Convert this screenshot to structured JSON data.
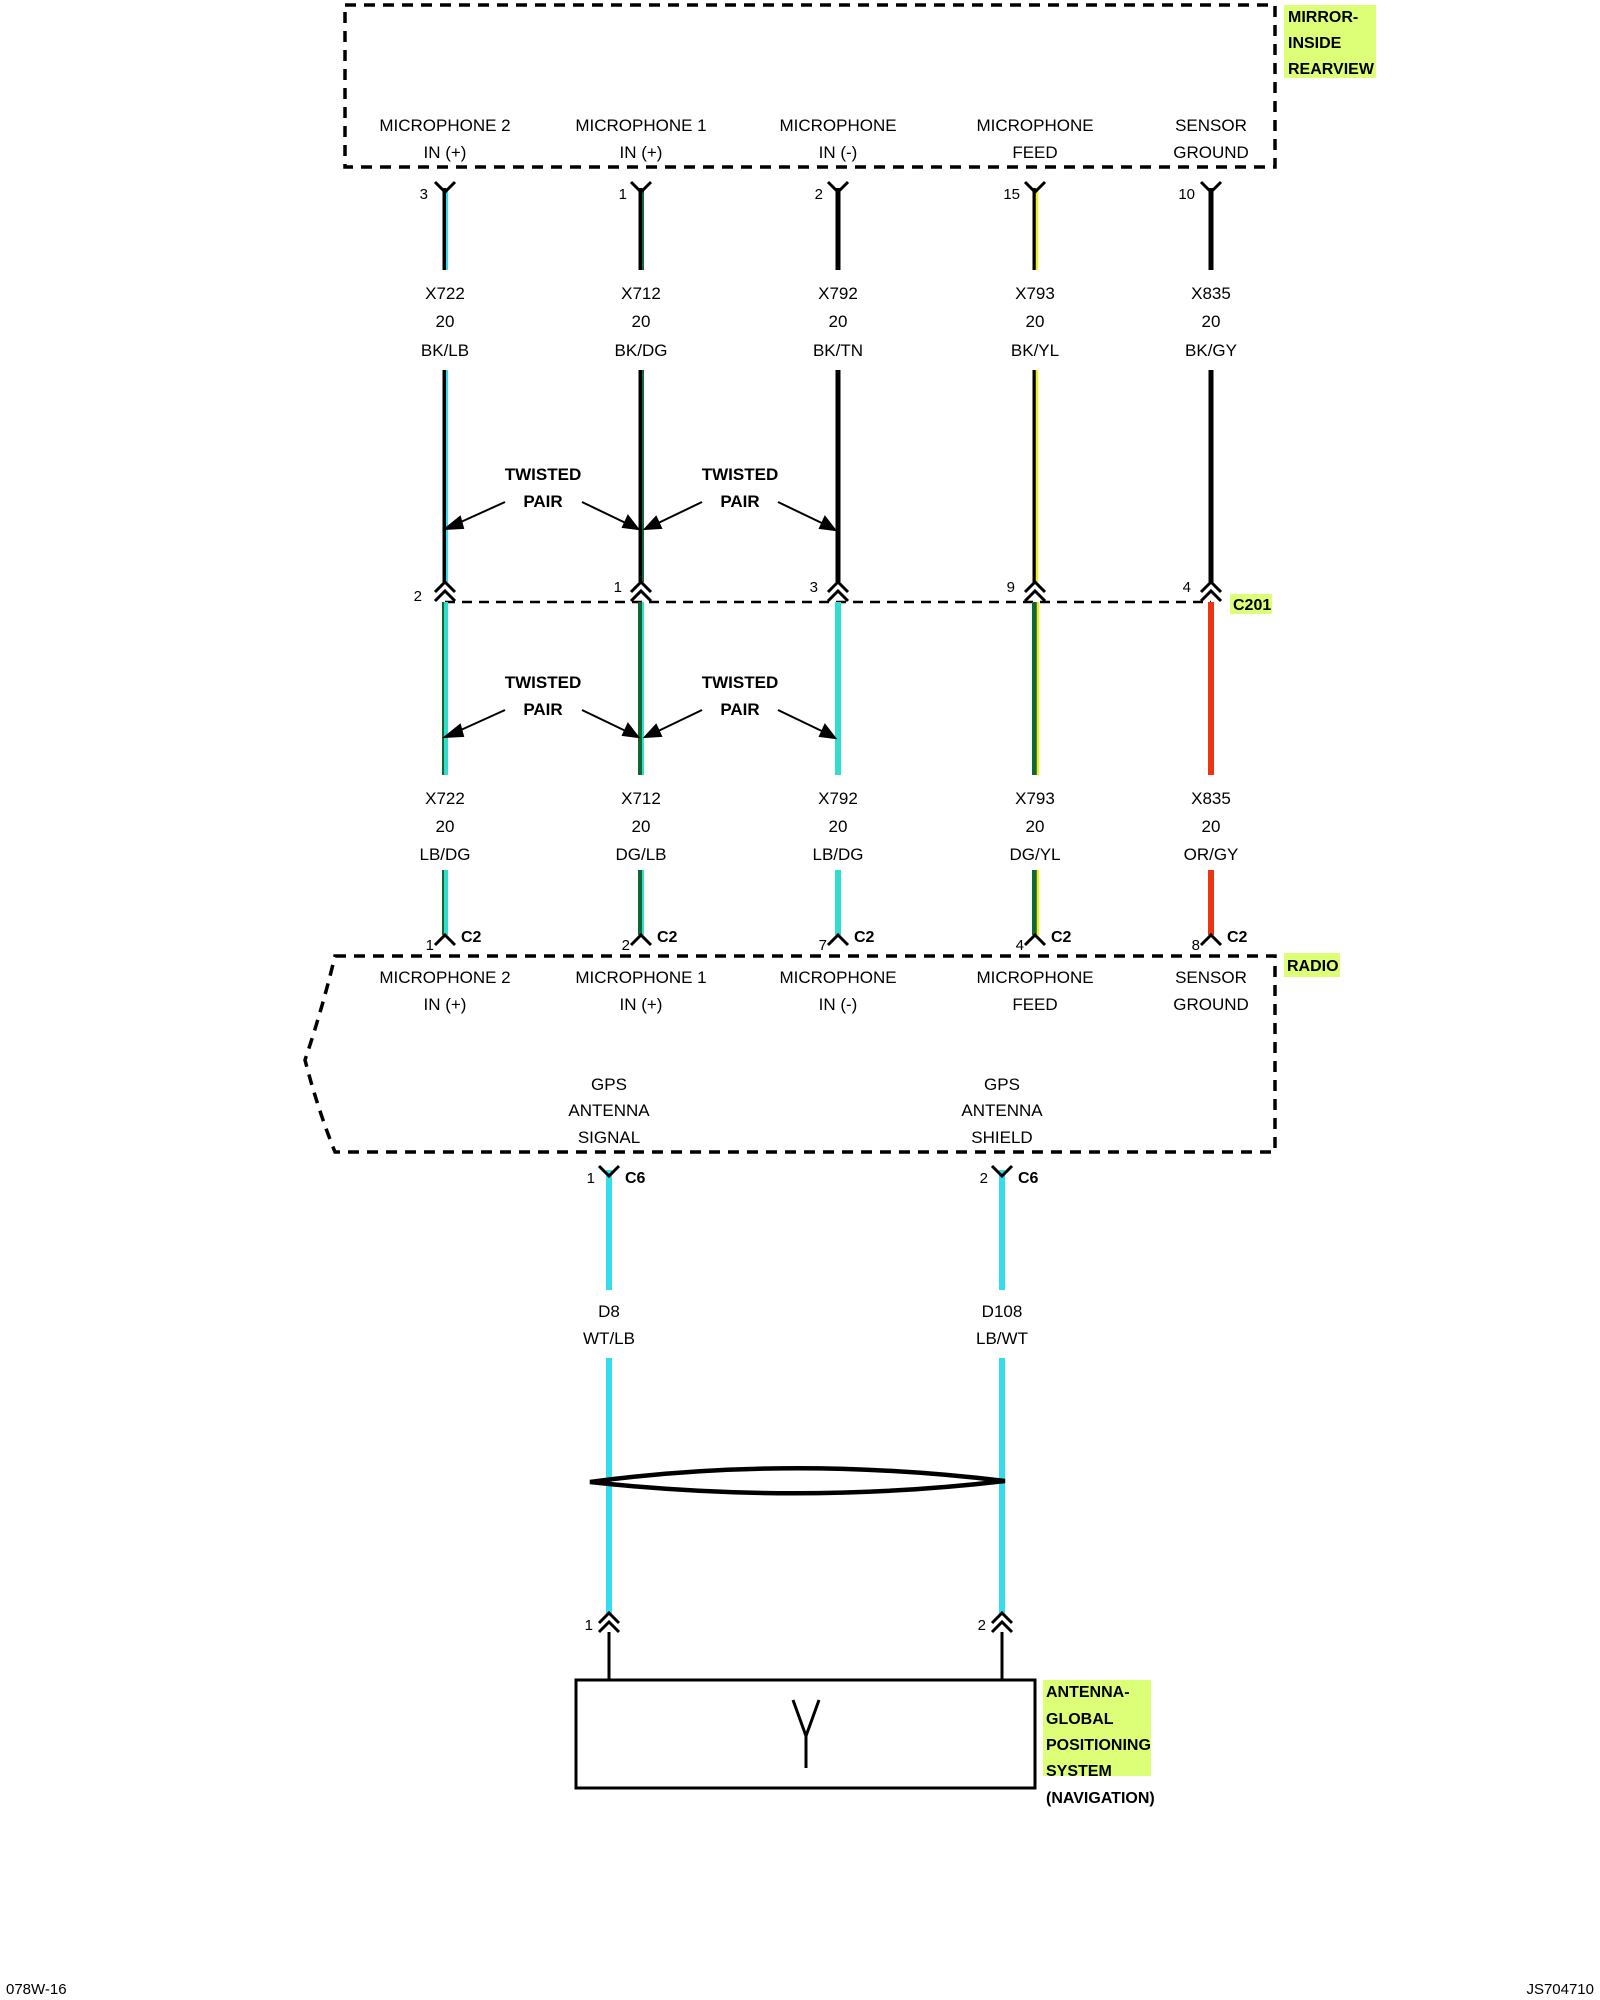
{
  "mirror": {
    "title_lines": [
      "MIRROR-",
      "INSIDE",
      "REARVIEW"
    ],
    "highlight": "#ddff77",
    "pins": [
      {
        "line1": "MICROPHONE 2",
        "line2": "IN (+)",
        "pin": "3"
      },
      {
        "line1": "MICROPHONE 1",
        "line2": "IN (+)",
        "pin": "1"
      },
      {
        "line1": "MICROPHONE",
        "line2": "IN (-)",
        "pin": "2"
      },
      {
        "line1": "MICROPHONE",
        "line2": "FEED",
        "pin": "15"
      },
      {
        "line1": "SENSOR",
        "line2": "GROUND",
        "pin": "10"
      }
    ]
  },
  "upper_wires": [
    {
      "circuit": "X722",
      "gauge": "20",
      "color": "BK/LB",
      "base": "#000000",
      "stripe": "#33ddee"
    },
    {
      "circuit": "X712",
      "gauge": "20",
      "color": "BK/DG",
      "base": "#000000",
      "stripe": "#116633"
    },
    {
      "circuit": "X792",
      "gauge": "20",
      "color": "BK/TN",
      "base": "#000000",
      "stripe": "#000000"
    },
    {
      "circuit": "X793",
      "gauge": "20",
      "color": "BK/YL",
      "base": "#000000",
      "stripe": "#eeee22"
    },
    {
      "circuit": "X835",
      "gauge": "20",
      "color": "BK/GY",
      "base": "#000000",
      "stripe": "#000000"
    }
  ],
  "twisted_pair": {
    "line1": "TWISTED",
    "line2": "PAIR"
  },
  "c201": {
    "name": "C201",
    "pins": [
      "2",
      "1",
      "3",
      "9",
      "4"
    ]
  },
  "lower_wires": [
    {
      "circuit": "X722",
      "gauge": "20",
      "color": "LB/DG",
      "base": "#33ddcc",
      "stripe": "#116633"
    },
    {
      "circuit": "X712",
      "gauge": "20",
      "color": "DG/LB",
      "base": "#116633",
      "stripe": "#33ddcc"
    },
    {
      "circuit": "X792",
      "gauge": "20",
      "color": "LB/DG",
      "base": "#33ddcc",
      "stripe": "#33ddcc"
    },
    {
      "circuit": "X793",
      "gauge": "20",
      "color": "DG/YL",
      "base": "#116633",
      "stripe": "#eeee22"
    },
    {
      "circuit": "X835",
      "gauge": "20",
      "color": "OR/GY",
      "base": "#ee3311",
      "stripe": "#ee3311"
    }
  ],
  "radio": {
    "title": "RADIO",
    "connector": "C2",
    "pins": [
      {
        "line1": "MICROPHONE 2",
        "line2": "IN (+)",
        "pin": "1"
      },
      {
        "line1": "MICROPHONE 1",
        "line2": "IN (+)",
        "pin": "2"
      },
      {
        "line1": "MICROPHONE",
        "line2": "IN (-)",
        "pin": "7"
      },
      {
        "line1": "MICROPHONE",
        "line2": "FEED",
        "pin": "4"
      },
      {
        "line1": "SENSOR",
        "line2": "GROUND",
        "pin": "8"
      }
    ],
    "gps": [
      {
        "lines": [
          "GPS",
          "ANTENNA",
          "SIGNAL"
        ],
        "pin": "1",
        "connector": "C6"
      },
      {
        "lines": [
          "GPS",
          "ANTENNA",
          "SHIELD"
        ],
        "pin": "2",
        "connector": "C6"
      }
    ]
  },
  "gps_wires": [
    {
      "circuit": "D8",
      "color": "WT/LB",
      "pin": "1",
      "wire_color": "#33ddee"
    },
    {
      "circuit": "D108",
      "color": "LB/WT",
      "pin": "2",
      "wire_color": "#33ddee"
    }
  ],
  "antenna": {
    "title_lines": [
      "ANTENNA-",
      "GLOBAL",
      "POSITIONING",
      "SYSTEM"
    ],
    "subtitle": "(NAVIGATION)"
  },
  "footer": {
    "left": "078W-16",
    "right": "JS704710"
  }
}
